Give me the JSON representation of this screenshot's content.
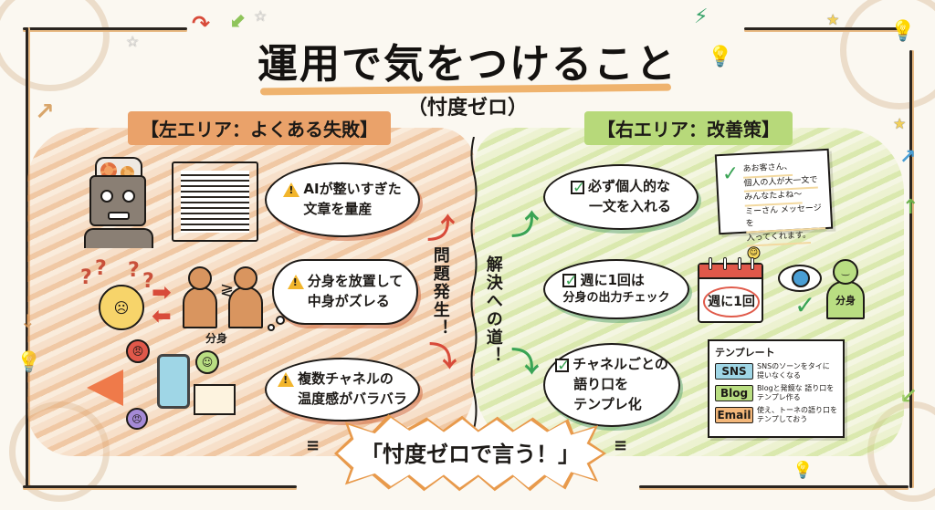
{
  "title": "運用で気をつけること",
  "subtitle": "（忖度ゼロ）",
  "left_section": {
    "label": "【左エリア：よくある失敗】",
    "color": "#eaa26a",
    "problems": [
      {
        "icon": "warning-icon",
        "line1": "AIが整いすぎた",
        "line2": "文章を量産"
      },
      {
        "icon": "warning-icon",
        "line1": "分身を放置して",
        "line2": "中身がズレる"
      },
      {
        "icon": "warning-icon",
        "line1": "複数チャネルの",
        "line2": "温度感がバラバラ"
      }
    ],
    "illustrations": {
      "avatar_label": "分身"
    },
    "flow_label": "問題発生！"
  },
  "right_section": {
    "label": "【右エリア：改善策】",
    "color": "#b7d97a",
    "solutions": [
      {
        "icon": "checkbox-icon",
        "line1": "必ず個人的な",
        "line2": "一文を入れる"
      },
      {
        "icon": "checkbox-icon",
        "line1": "週に1回は",
        "line2": "分身の出力チェック"
      },
      {
        "icon": "checkbox-icon",
        "line1": "チャネルごとの",
        "line2": "語り口を",
        "line3": "テンプレ化"
      }
    ],
    "flow_label": "解決への道！",
    "note": {
      "lines": [
        "あお客さん、",
        "個人の人が大一文で",
        "みんなたよね〜",
        "ミーさん メッセージを",
        "入ってくれます。"
      ]
    },
    "calendar_text": "週に1回",
    "avatar_label": "分身",
    "template_card": {
      "title": "テンプレート",
      "rows": [
        {
          "tag": "SNS",
          "color": "#9fd6e6",
          "desc": "SNSのソーンをタイに 提いなくなる"
        },
        {
          "tag": "Blog",
          "color": "#b9de82",
          "desc": "Blogと発鏡な 語り口をテンプレ作る"
        },
        {
          "tag": "Email",
          "color": "#f3b77a",
          "desc": "使え、トーネの語り口を テンプしておう"
        }
      ]
    }
  },
  "slogan": "「忖度ゼロで言う！」",
  "colors": {
    "accent_orange": "#efb36e",
    "problem_red": "#d84b3a",
    "solution_green": "#3aa455",
    "background": "#fbf8f1"
  }
}
